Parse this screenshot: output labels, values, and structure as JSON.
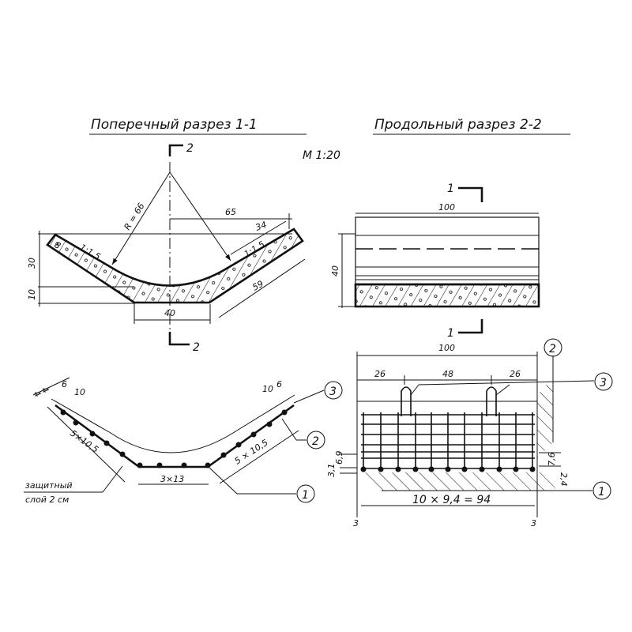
{
  "titles": {
    "cross_section": "Поперечный разрез 1-1",
    "long_section": "Продольный разрез 2-2",
    "scale": "М 1:20"
  },
  "section_marks": {
    "two": "2",
    "one": "1"
  },
  "cross_section": {
    "radius": "R = 66",
    "slope_left": "1:1,5",
    "slope_right": "1:1,5",
    "end_thickness": "8",
    "dim_65": "65",
    "dim_34": "34",
    "dim_59": "59",
    "dim_40": "40",
    "dim_30": "30",
    "dim_10": "10"
  },
  "long_section": {
    "dim_100": "100",
    "dim_40": "40"
  },
  "reinforcement_cross": {
    "dim_4a": "4",
    "dim_4b": "4",
    "dim_6_left": "6",
    "dim_10_left": "10",
    "dim_10_right": "10",
    "dim_6_right": "6",
    "spacing_left": "5×10,5",
    "spacing_right": "5 × 10,5",
    "spacing_bottom": "3×13",
    "cover_line1": "защитный",
    "cover_line2": "слой  2 см",
    "callouts": [
      "1",
      "2",
      "3"
    ]
  },
  "reinforcement_long": {
    "dim_100": "100",
    "dim_26_left": "26",
    "dim_48": "48",
    "dim_26_right": "26",
    "dim_31": "3,1",
    "dim_69": "6,9",
    "dim_76": "7,6",
    "dim_24": "2,4",
    "spacing": "10 × 9,4 = 94",
    "end_left": "3",
    "end_right": "3",
    "callouts": [
      "2",
      "3",
      "1"
    ]
  }
}
